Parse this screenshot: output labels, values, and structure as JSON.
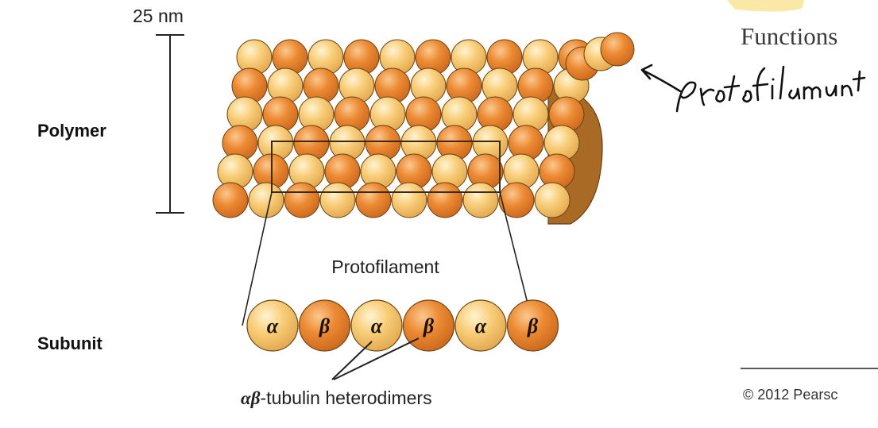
{
  "scale_bar": {
    "label": "25 nm"
  },
  "levels": {
    "polymer": "Polymer",
    "subunit": "Subunit"
  },
  "protofilament_label": "Protofilament",
  "subunit_row": [
    "α",
    "β",
    "α",
    "β",
    "α",
    "β"
  ],
  "heterodimer_prefix": "αβ",
  "heterodimer_label": "-tubulin heterodimers",
  "side_heading": "Functions",
  "copyright": "© 2012 Pearsc",
  "colors": {
    "alpha": "#f6c46a",
    "beta": "#e8822a",
    "alpha_dark": "#e3a748",
    "beta_dark": "#c8661a",
    "handwriting_ink": "#111111",
    "highlight": "#fbe7a6"
  }
}
